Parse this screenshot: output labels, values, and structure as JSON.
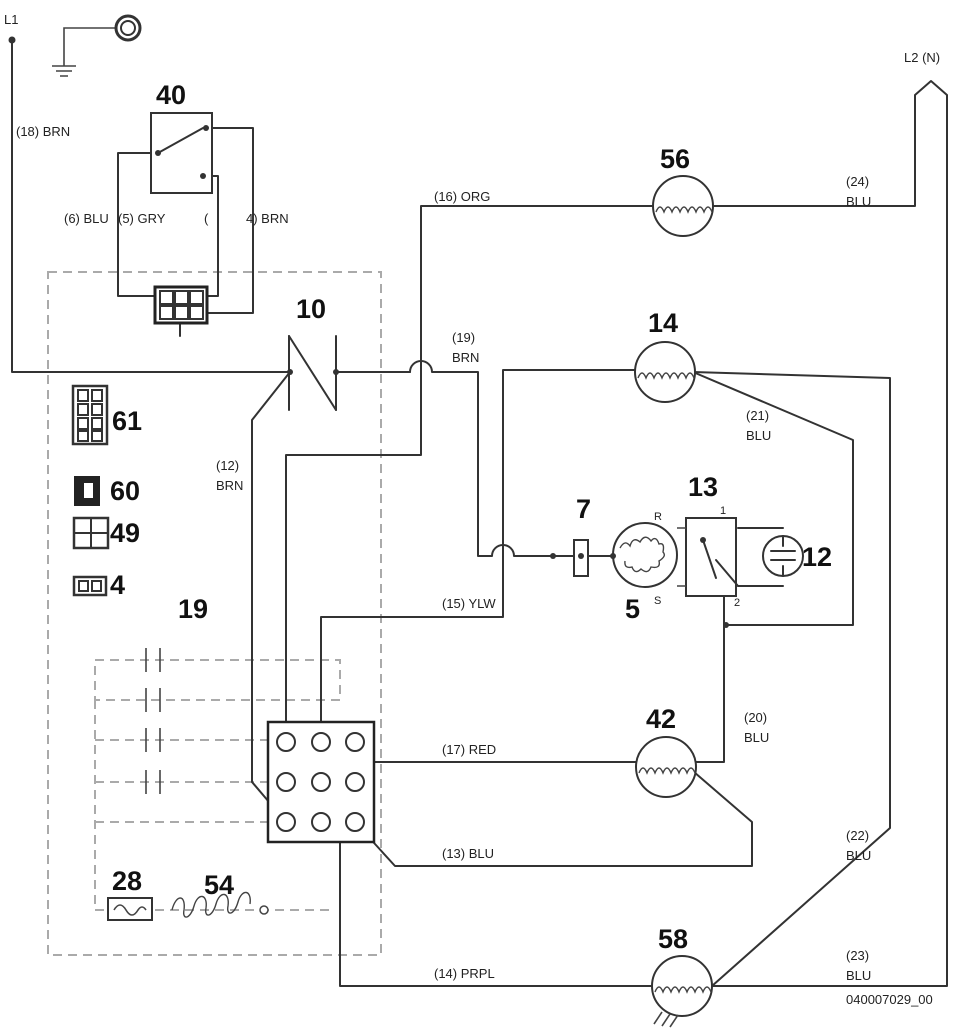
{
  "terminals": {
    "l1": "L1",
    "l2": "L2 (N)"
  },
  "component_numbers": {
    "c40": "40",
    "c56": "56",
    "c10": "10",
    "c14": "14",
    "c61": "61",
    "c60": "60",
    "c49": "49",
    "c4": "4",
    "c19": "19",
    "c7": "7",
    "c13": "13",
    "c12": "12",
    "c5": "5",
    "c42": "42",
    "c28": "28",
    "c54": "54",
    "c58": "58"
  },
  "wire_labels": {
    "w18": "(18) BRN",
    "w6": "(6) BLU",
    "w5": "(5) GRY",
    "w4": "4) BRN",
    "w4_paren": "(",
    "w16": "(16) ORG",
    "w24_num": "(24)",
    "w24_col": "BLU",
    "w19_num": "(19)",
    "w19_col": "BRN",
    "w21_num": "(21)",
    "w21_col": "BLU",
    "w12_num": "(12)",
    "w12_col": "BRN",
    "w15": "(15) YLW",
    "w20_num": "(20)",
    "w20_col": "BLU",
    "w17": "(17) RED",
    "w13": "(13) BLU",
    "w22_num": "(22)",
    "w22_col": "BLU",
    "w14": "(14) PRPL",
    "w23_num": "(23)",
    "w23_col": "BLU"
  },
  "terminal_marks": {
    "r": "R",
    "s": "S",
    "t1": "1",
    "t2": "2"
  },
  "doc_code": "040007029_00"
}
